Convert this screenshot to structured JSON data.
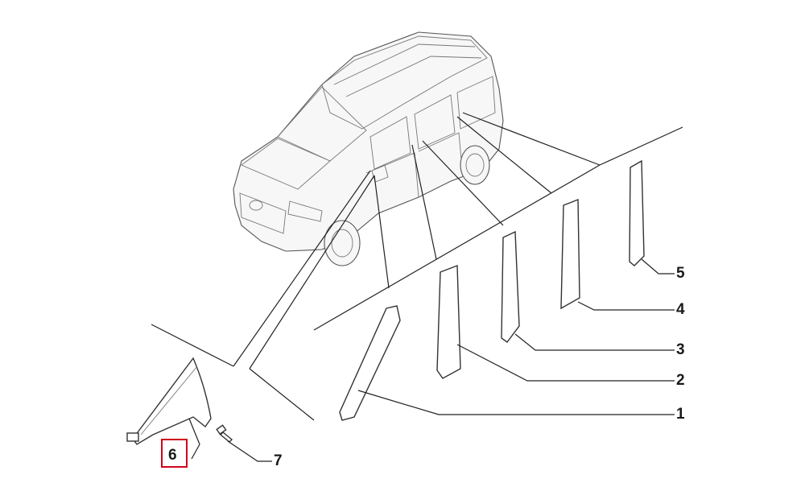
{
  "callouts": {
    "c1": "1",
    "c2": "2",
    "c3": "3",
    "c4": "4",
    "c5": "5",
    "c6": "6",
    "c7": "7"
  },
  "highlight_color": "#d0021b"
}
